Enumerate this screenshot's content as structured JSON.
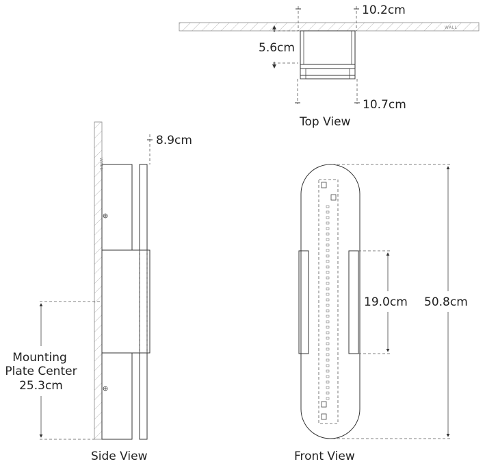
{
  "top_view": {
    "wall_label": "WALL",
    "width_top": "10.2cm",
    "depth": "5.6cm",
    "width_bottom": "10.7cm",
    "caption": "Top View"
  },
  "side_view": {
    "wall_label": "WALL",
    "depth": "8.9cm",
    "mounting_line1": "Mounting",
    "mounting_line2": "Plate Center",
    "mounting_value": "25.3cm",
    "caption": "Side View"
  },
  "front_view": {
    "band_height": "19.0cm",
    "total_height": "50.8cm",
    "caption": "Front View"
  }
}
